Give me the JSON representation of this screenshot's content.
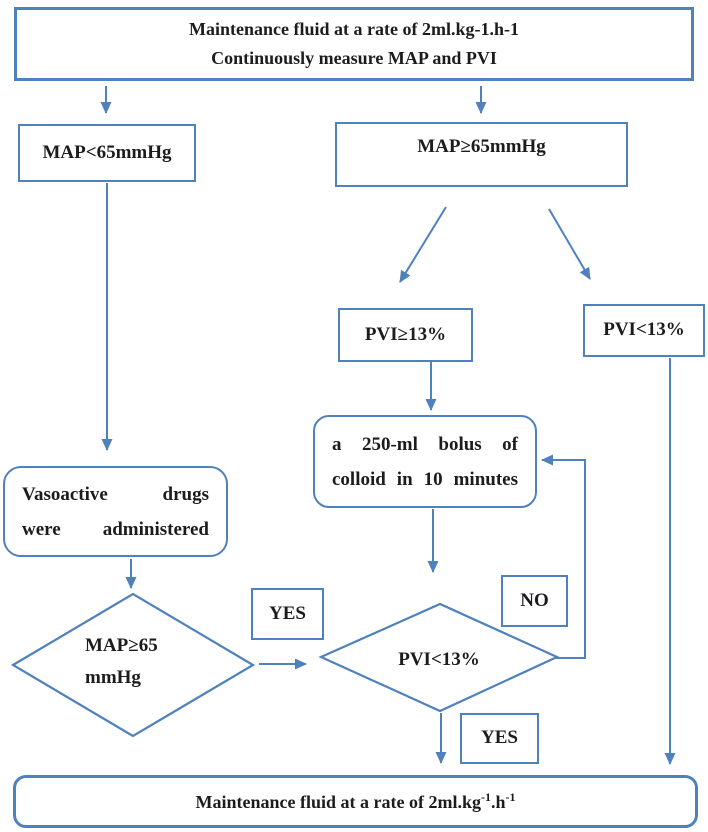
{
  "colors": {
    "line": "#4f81bd",
    "text": "#1c1c1c",
    "background": "#ffffff"
  },
  "diagram": {
    "type": "flowchart",
    "topic": "Goal-directed fluid therapy protocol using MAP and PVI"
  },
  "nodes": {
    "start": {
      "line1": "Maintenance fluid at a rate of 2ml.kg-1.h-1",
      "line2": "Continuously measure MAP and PVI"
    },
    "map_low": {
      "label": "MAP<65mmHg"
    },
    "map_high": {
      "label": "MAP≥65mmHg"
    },
    "pvi_high": {
      "label": "PVI≥13%"
    },
    "pvi_low_right": {
      "label": "PVI<13%"
    },
    "bolus": {
      "line1": "a 250-ml bolus of",
      "line2": "colloid in 10 minutes"
    },
    "vasoactive": {
      "line1": "Vasoactive drugs",
      "line2": "were administered"
    },
    "map_decision": {
      "line1": "MAP≥65",
      "line2": "mmHg"
    },
    "pvi_decision": {
      "label": "PVI<13%"
    },
    "end": {
      "prefix": "Maintenance fluid at a rate of 2ml.kg",
      "sup1": "-1",
      "mid": ".h",
      "sup2": "-1"
    }
  },
  "edge_labels": {
    "yes_left": "YES",
    "no_right": "NO",
    "yes_bottom": "YES"
  }
}
